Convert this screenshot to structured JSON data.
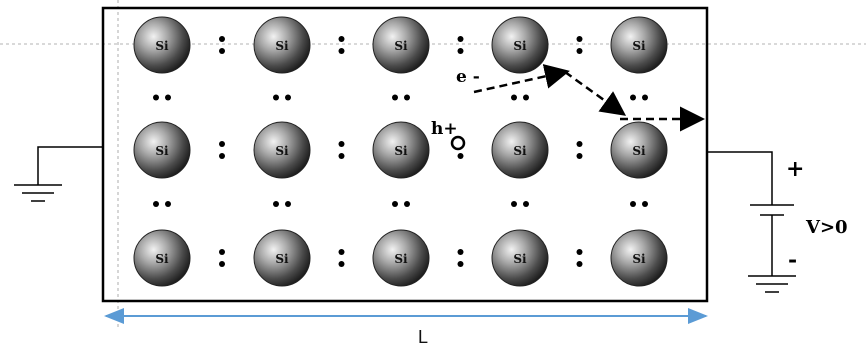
{
  "atom_label": "Si",
  "electron_label": "e -",
  "hole_label": "h+",
  "battery": {
    "plus_label": "+",
    "minus_label": "-",
    "voltage_label": "V>0"
  },
  "length_label": "L",
  "colors": {
    "line": "#000000",
    "dimension_arrow": "#5b9bd5",
    "guide_line": "#9a9a9a"
  }
}
